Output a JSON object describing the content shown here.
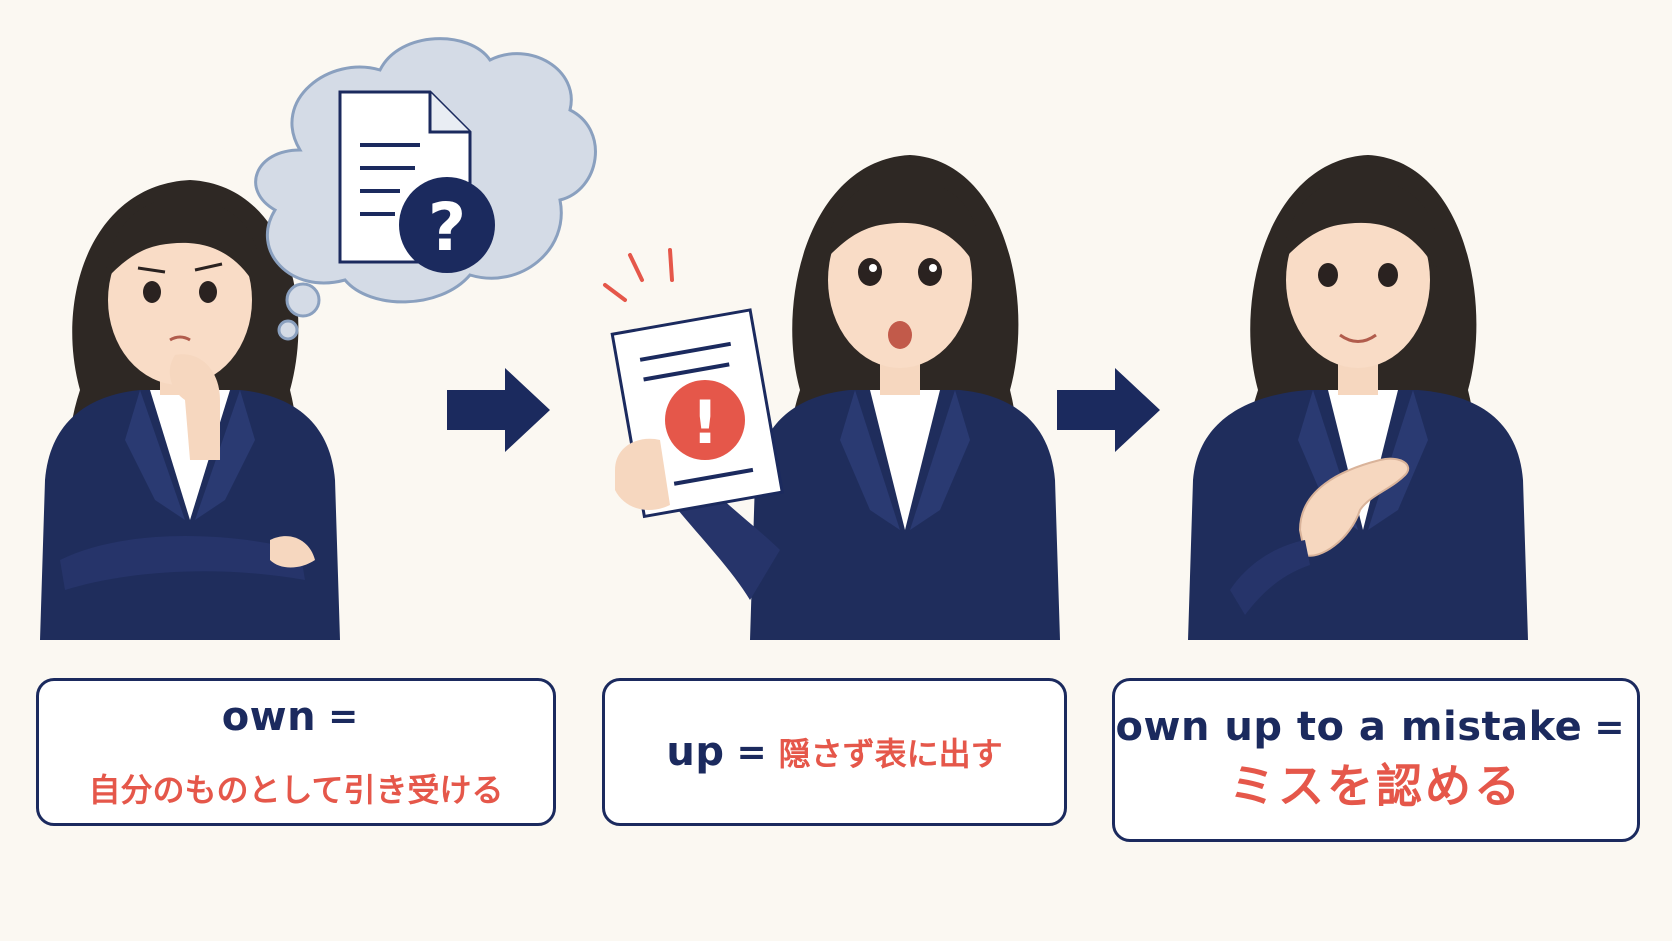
{
  "colors": {
    "navy": "#1b2a5e",
    "accent_red": "#e5574a",
    "background": "#fbf8f2",
    "thought_bubble": "#d4dbe6"
  },
  "panels": [
    {
      "scene": "thinking",
      "icons": [
        "thought-bubble-icon",
        "document-icon",
        "question-mark-icon"
      ],
      "caption": {
        "en": "own",
        "eq": "=",
        "jp": "自分のものとして引き受ける"
      }
    },
    {
      "scene": "surprised",
      "icons": [
        "document-icon",
        "exclamation-icon"
      ],
      "caption": {
        "en": "up",
        "eq": "=",
        "jp": "隠さず表に出す"
      }
    },
    {
      "scene": "admitting",
      "icons": [
        "hand-on-chest-icon"
      ],
      "caption": {
        "en": "own up to a mistake",
        "eq": "=",
        "jp": "ミスを認める"
      }
    }
  ],
  "arrows": [
    "right-arrow-icon",
    "right-arrow-icon"
  ]
}
